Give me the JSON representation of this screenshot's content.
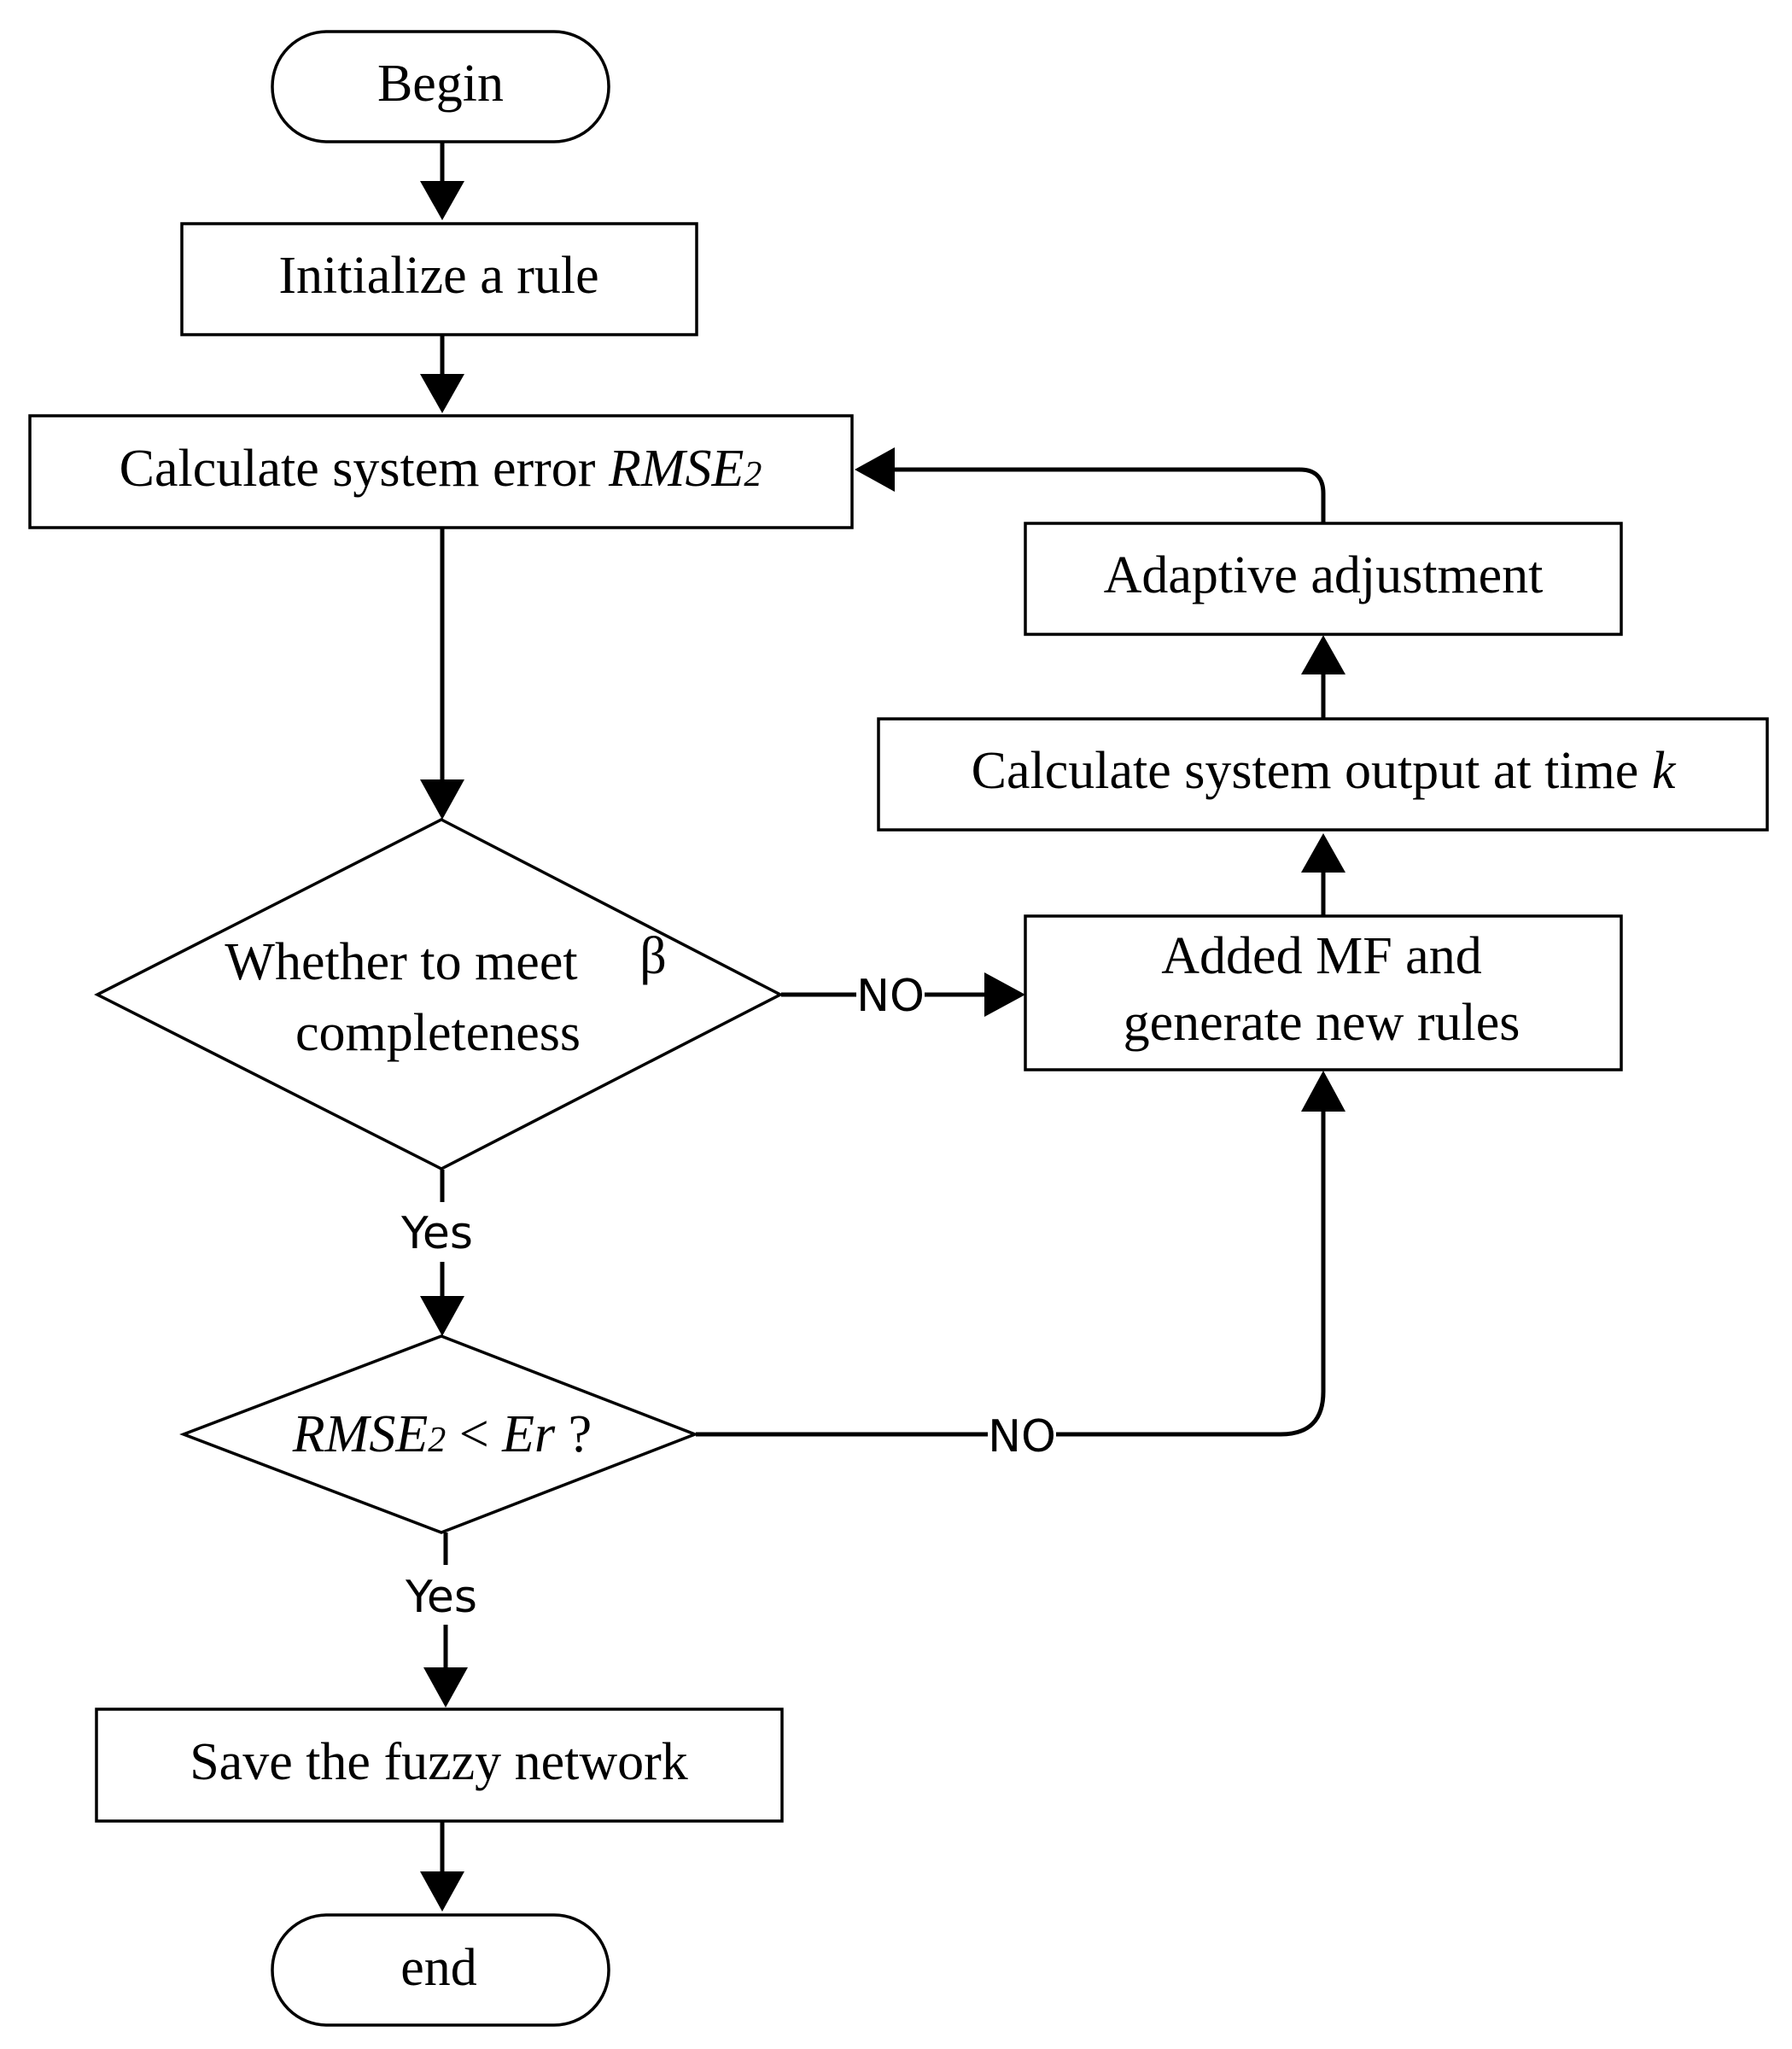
{
  "nodes": {
    "begin": {
      "text": "Begin"
    },
    "init": {
      "text": "Initialize a rule"
    },
    "calc_error": {
      "text": "Calculate system error ",
      "var": "RMSE",
      "sub": "2"
    },
    "decision_beta": {
      "line1": "Whether to meet",
      "symbol": "β",
      "line2": "completeness"
    },
    "decision_rmse": {
      "var": "RMSE",
      "sub": "2",
      "op": " < ",
      "var2": "Er",
      "tail": " ?"
    },
    "save": {
      "text": "Save the fuzzy network"
    },
    "end": {
      "text": "end"
    },
    "added_mf": {
      "line1": "Added MF and",
      "line2": "generate new rules"
    },
    "calc_output": {
      "text": "Calculate system output at time ",
      "var": "k"
    },
    "adaptive": {
      "text": "Adaptive adjustment"
    }
  },
  "edges": {
    "beta_no": "NO",
    "beta_yes": "Yes",
    "rmse_no": "NO",
    "rmse_yes": "Yes"
  },
  "colors": {
    "stroke": "#000000",
    "background": "#ffffff"
  }
}
